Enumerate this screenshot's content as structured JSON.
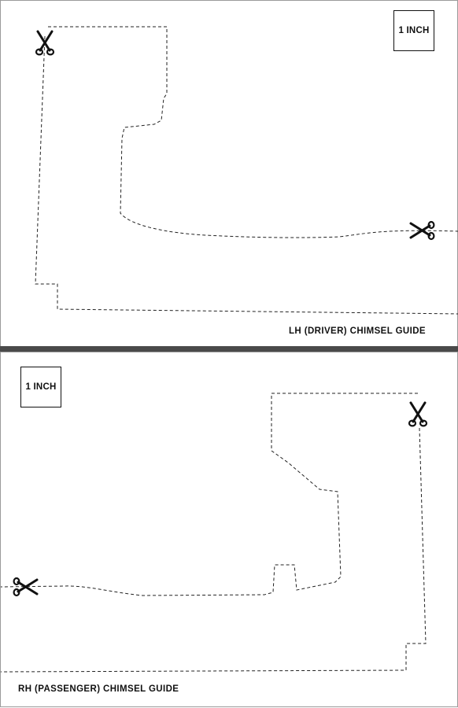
{
  "colors": {
    "ink": "#111111",
    "separator": "#4a4a4a",
    "paper": "#ffffff"
  },
  "lh_guide": {
    "scale_label": "1 INCH",
    "title": "LH (DRIVER) CHIMSEL GUIDE",
    "icons": [
      "scissors-icon",
      "scissors-icon"
    ]
  },
  "rh_guide": {
    "scale_label": "1 INCH",
    "title": "RH (PASSENGER) CHIMSEL GUIDE",
    "icons": [
      "scissors-icon",
      "scissors-icon"
    ]
  }
}
